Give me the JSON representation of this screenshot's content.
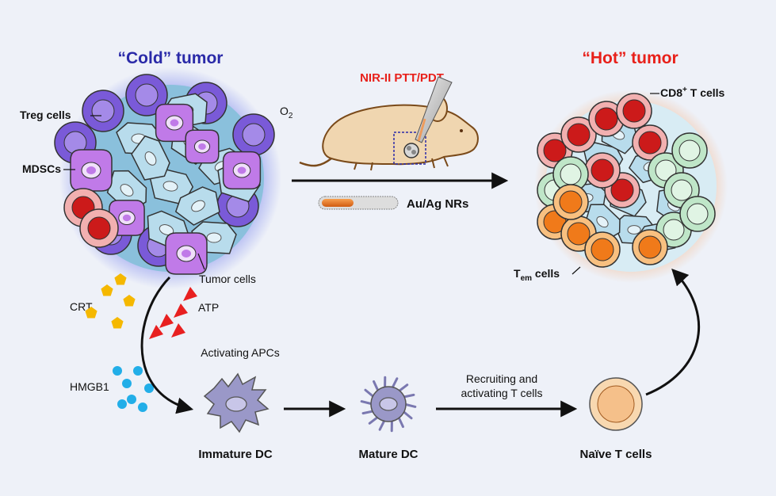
{
  "titles": {
    "cold_tumor": "“Cold” tumor",
    "hot_tumor": "“Hot” tumor",
    "therapy": "NIR-II PTT/PDT"
  },
  "labels": {
    "treg": "Treg cells",
    "mdsc": "MDSCs",
    "o2_main": "O",
    "o2_sub": "2",
    "nanorods": "Au/Ag NRs",
    "cd8_main": "CD8",
    "cd8_sup": "+",
    "cd8_rest": " T cells",
    "tem_main": "T",
    "tem_sub": "em",
    "tem_rest": " cells",
    "tumor_cells": "Tumor cells",
    "crt": "CRT",
    "atp": "ATP",
    "hmgb1": "HMGB1",
    "activating_apcs": "Activating APCs",
    "immature_dc": "Immature DC",
    "mature_dc": "Mature DC",
    "recruiting_1": "Recruiting and",
    "recruiting_2": "activating T cells",
    "naive_t": "Naïve T cells"
  },
  "colors": {
    "background": "#eef1f8",
    "cold_title": "#2a2aa8",
    "hot_title": "#e8201a",
    "treg": "#7a5ad8",
    "mdsc": "#c07ae8",
    "tumor_cell": "#b8dcec",
    "red_cell": "#cc1a1a",
    "green_cell": "#bfe6c8",
    "orange_cell": "#f07a1a",
    "crt": "#f5b800",
    "atp": "#e82020",
    "hmgb1": "#22aee8",
    "dc": "#9a98c8",
    "naive_t": "#f8d8b0"
  }
}
